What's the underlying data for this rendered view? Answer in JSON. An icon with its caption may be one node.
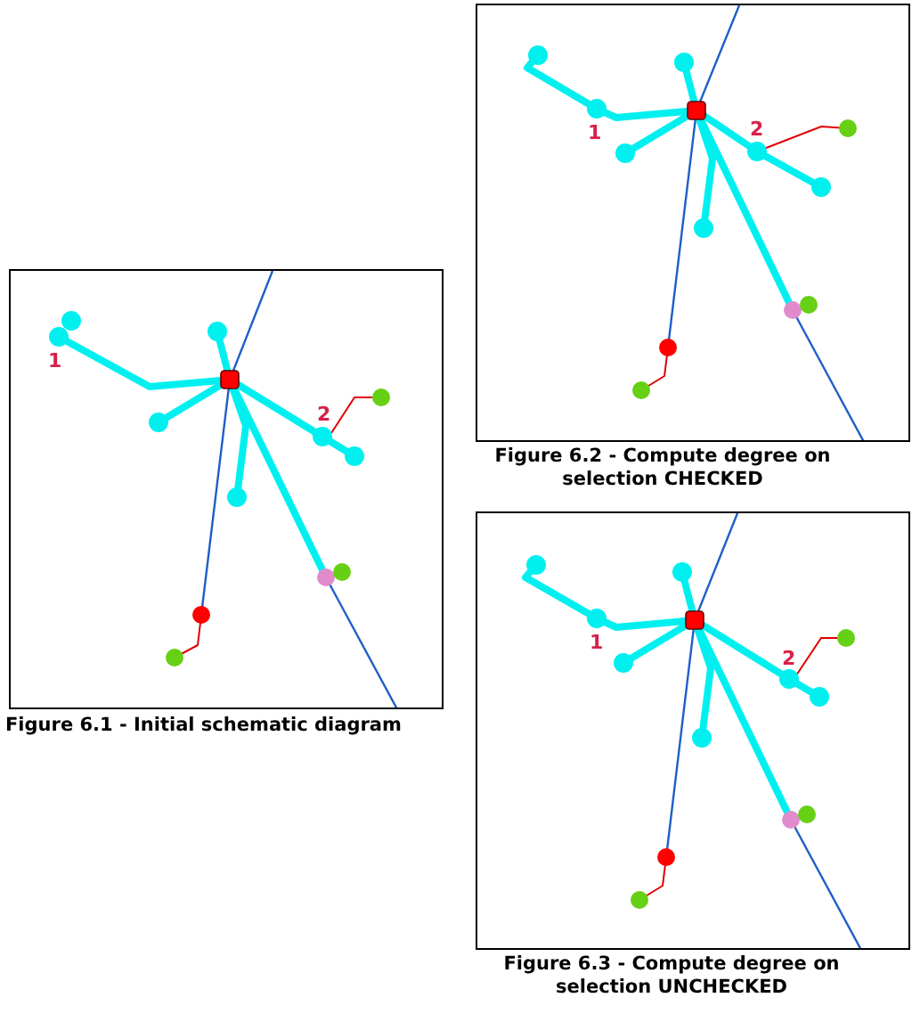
{
  "diagram": {
    "nodes": [
      {
        "text": [
          "1",
          "2"
        ],
        "beside": [
          "Figure 6.1 - Initial schematic diagram"
        ]
      },
      {
        "text": [
          "1",
          "2"
        ],
        "beside": [
          "Figure 6.2 - Compute degree on selection CHECKED"
        ]
      },
      {
        "text": [
          "1",
          "2"
        ],
        "beside": [
          "Figure 6.3 - Compute degree on selection UNCHECKED"
        ]
      }
    ]
  }
}
